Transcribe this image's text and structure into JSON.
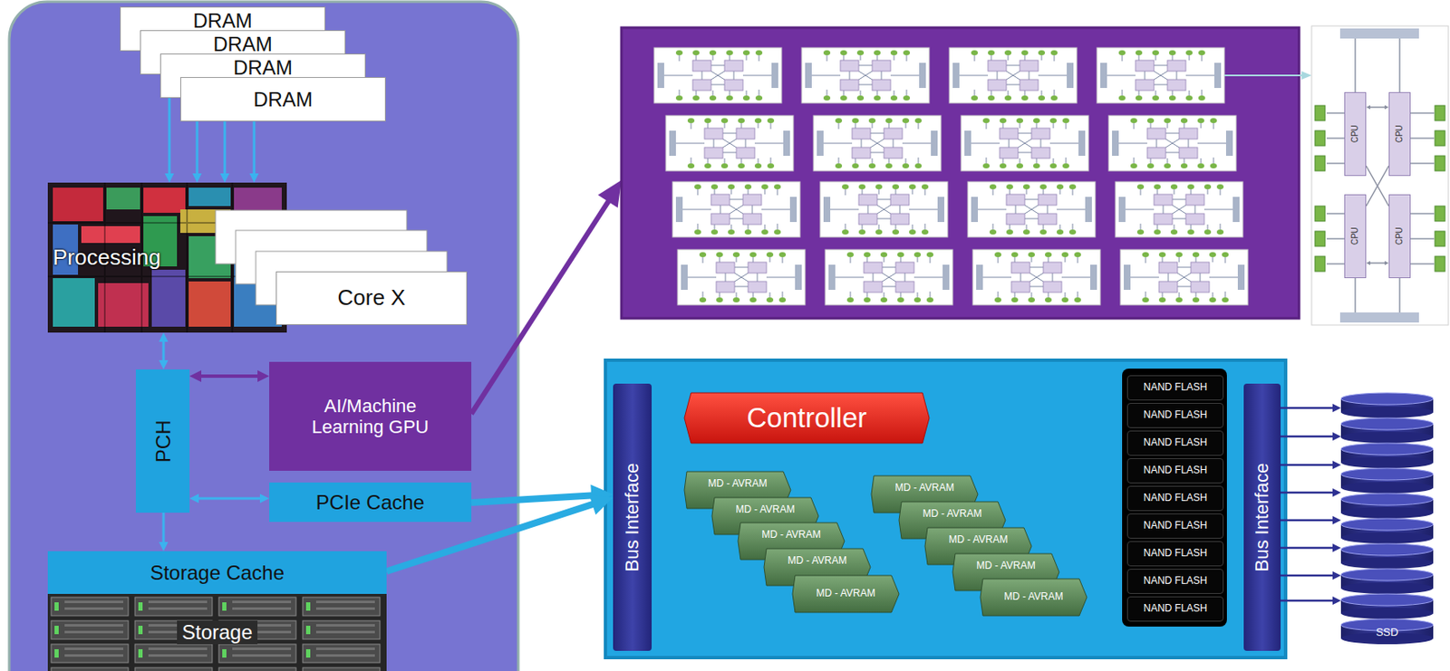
{
  "diagram": {
    "nodes": [
      {
        "text": [
          "DRAM"
        ]
      },
      {
        "text": [
          "DRAM"
        ]
      },
      {
        "text": [
          "DRAM"
        ]
      },
      {
        "text": [
          "DRAM"
        ]
      },
      {
        "text": [
          "Processing"
        ]
      },
      {
        "text": [
          "Core X"
        ]
      },
      {
        "text": [
          "PCH"
        ]
      },
      {
        "text": [
          "AI/Machine Learning GPU"
        ]
      },
      {
        "text": [
          "PCIe Cache"
        ]
      },
      {
        "text": [
          "Storage Cache"
        ]
      },
      {
        "text": [
          "Storage"
        ]
      },
      {
        "text": [
          "CPU"
        ]
      },
      {
        "text": [
          "CPU"
        ]
      },
      {
        "text": [
          "CPU"
        ]
      },
      {
        "text": [
          "CPU"
        ]
      },
      {
        "text": [
          "Bus Interface"
        ]
      },
      {
        "text": [
          "Controller"
        ]
      },
      {
        "text": [
          "MD - AVRAM"
        ]
      },
      {
        "text": [
          "MD - AVRAM"
        ]
      },
      {
        "text": [
          "MD - AVRAM"
        ]
      },
      {
        "text": [
          "MD - AVRAM"
        ]
      },
      {
        "text": [
          "MD - AVRAM"
        ]
      },
      {
        "text": [
          "MD - AVRAM"
        ]
      },
      {
        "text": [
          "MD - AVRAM"
        ]
      },
      {
        "text": [
          "MD - AVRAM"
        ]
      },
      {
        "text": [
          "MD - AVRAM"
        ]
      },
      {
        "text": [
          "MD - AVRAM"
        ]
      },
      {
        "text": [
          "NAND FLASH"
        ]
      },
      {
        "text": [
          "NAND FLASH"
        ]
      },
      {
        "text": [
          "NAND FLASH"
        ]
      },
      {
        "text": [
          "NAND FLASH"
        ]
      },
      {
        "text": [
          "NAND FLASH"
        ]
      },
      {
        "text": [
          "NAND FLASH"
        ]
      },
      {
        "text": [
          "NAND FLASH"
        ]
      },
      {
        "text": [
          "NAND FLASH"
        ]
      },
      {
        "text": [
          "NAND FLASH"
        ]
      },
      {
        "text": [
          "Bus Interface"
        ]
      },
      {
        "text": [
          "SSD"
        ]
      }
    ],
    "edges": [
      {
        "from": 0,
        "to": 4,
        "arrow": "to"
      },
      {
        "from": 1,
        "to": 4,
        "arrow": "to"
      },
      {
        "from": 2,
        "to": 4,
        "arrow": "to"
      },
      {
        "from": 3,
        "to": 4,
        "arrow": "to"
      },
      {
        "from": 4,
        "to": 6,
        "arrow": "both"
      },
      {
        "from": 6,
        "to": 7,
        "arrow": "both"
      },
      {
        "from": 6,
        "to": 8,
        "arrow": "both"
      },
      {
        "from": 6,
        "to": 9,
        "arrow": "to"
      },
      {
        "from": 8,
        "to": 15,
        "arrow": "to"
      },
      {
        "from": 9,
        "to": 15,
        "arrow": "to"
      },
      {
        "from": 11,
        "to": 12,
        "arrow": "both"
      },
      {
        "from": 13,
        "to": 14,
        "arrow": "both"
      },
      {
        "from": 11,
        "to": 14,
        "arrow": "none"
      },
      {
        "from": 12,
        "to": 13,
        "arrow": "none"
      },
      {
        "from": 36,
        "to": 37,
        "arrow": "to"
      },
      {
        "from": 36,
        "to": 37,
        "arrow": "to"
      },
      {
        "from": 36,
        "to": 37,
        "arrow": "to"
      },
      {
        "from": 36,
        "to": 37,
        "arrow": "to"
      },
      {
        "from": 36,
        "to": 37,
        "arrow": "to"
      },
      {
        "from": 36,
        "to": 37,
        "arrow": "to"
      },
      {
        "from": 36,
        "to": 37,
        "arrow": "to"
      },
      {
        "from": 36,
        "to": 37,
        "arrow": "to"
      }
    ]
  }
}
